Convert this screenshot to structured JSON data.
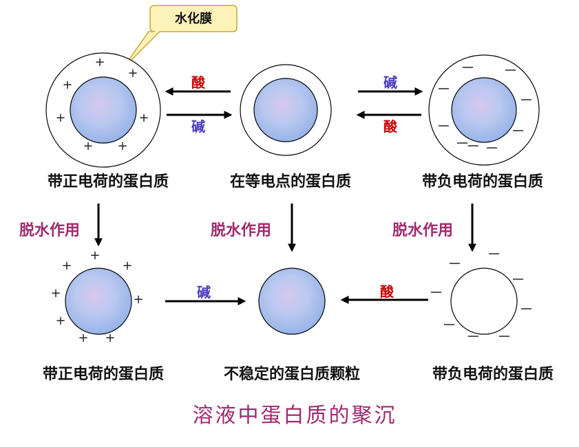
{
  "callout": {
    "label": "水化膜"
  },
  "reagents": {
    "acid": "酸",
    "base": "碱"
  },
  "process": {
    "dehydration": "脱水作用"
  },
  "proteins": {
    "positive": "带正电荷的蛋白质",
    "isoelectric": "在等电点的蛋白质",
    "negative": "带负电荷的蛋白质",
    "unstable": "不稳定的蛋白质颗粒"
  },
  "charges": {
    "plus": "+",
    "minus": "—"
  },
  "title": "溶液中蛋白质的聚沉",
  "colors": {
    "acid": "#cc0000",
    "base": "#4b3cc0",
    "magenta": "#a0286e",
    "callout_fill": "#fdf3b8",
    "callout_stroke": "#c9a53a"
  }
}
